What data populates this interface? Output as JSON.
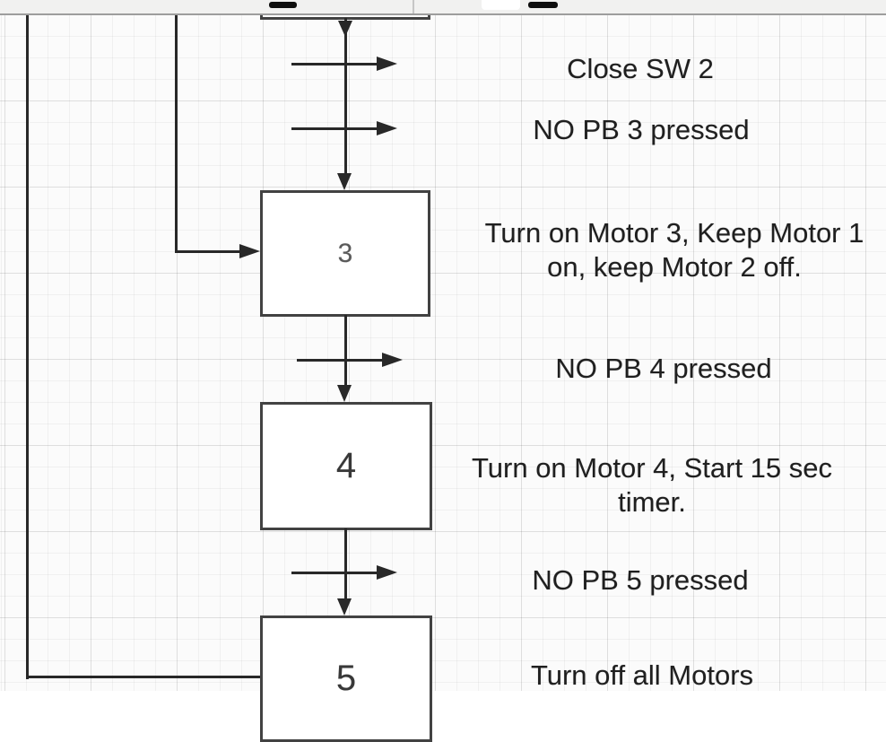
{
  "diagram": {
    "steps": [
      {
        "label": "3",
        "description_lines": [
          "Turn on Motor 3, Keep Motor 1",
          "on, keep Motor 2 off."
        ]
      },
      {
        "label": "4",
        "description_lines": [
          "Turn on Motor 4, Start 15 sec",
          "timer."
        ]
      },
      {
        "label": "5",
        "description_lines": [
          "Turn off all Motors"
        ]
      }
    ],
    "transitions": [
      {
        "label": "Close SW 2"
      },
      {
        "label": "NO PB 3 pressed"
      },
      {
        "label": "NO PB 4 pressed"
      },
      {
        "label": "NO PB 5 pressed"
      }
    ],
    "colors": {
      "line": "#282828",
      "box_border": "#424242",
      "box_fill": "#ffffff",
      "text": "#1f1f1f",
      "step_label": "#383838",
      "step3_label": "#5a5a5a"
    }
  }
}
